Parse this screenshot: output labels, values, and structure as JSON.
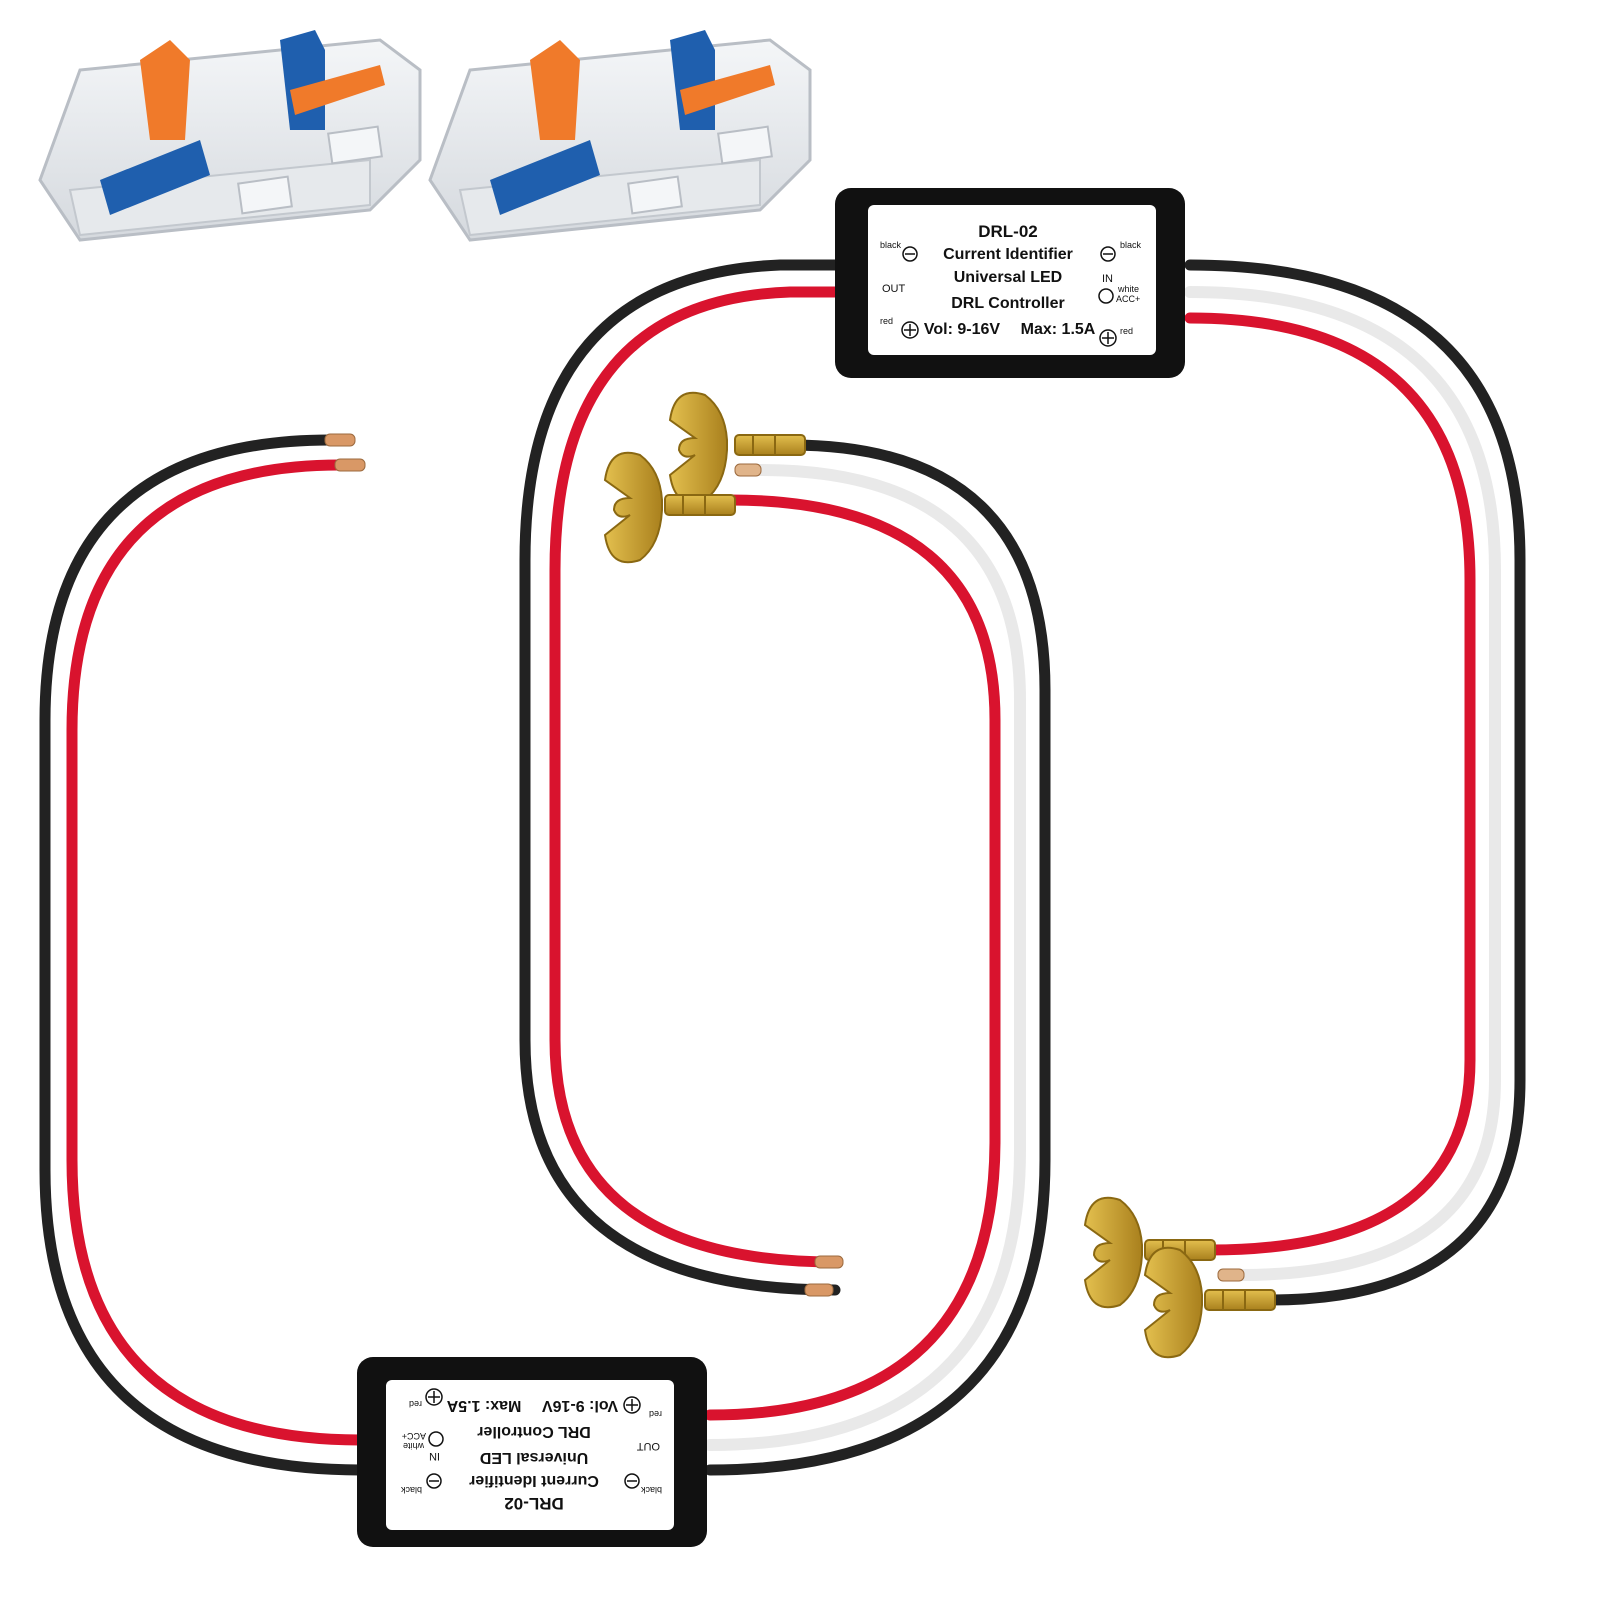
{
  "label": {
    "model": "DRL-02",
    "line1": "Current Identifier",
    "line2": "Universal LED",
    "line3": "DRL Controller",
    "voltage": "Vol: 9-16V",
    "max": "Max: 1.5A",
    "out": "OUT",
    "in": "IN",
    "black_left": "black",
    "black_right": "black",
    "red_left": "red",
    "red_right": "red",
    "white": "white",
    "acc": "ACC+"
  },
  "colors": {
    "wire_black": "#222222",
    "wire_red": "#d9132e",
    "wire_white": "#f2f2f2",
    "module_body": "#111111",
    "terminal_gold": "#c9a030",
    "copper": "#d99866",
    "connector_orange": "#f07a2a",
    "connector_blue": "#1f5fae"
  }
}
